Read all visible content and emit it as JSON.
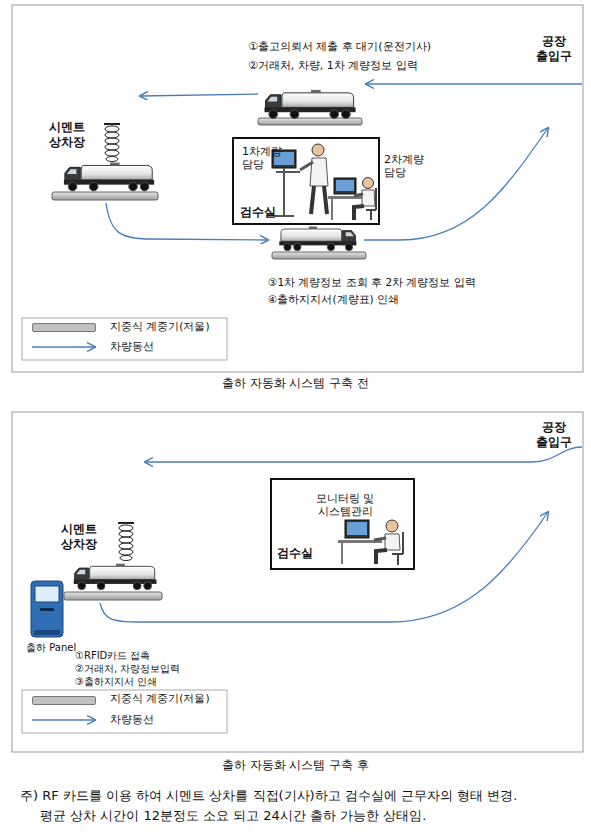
{
  "diagram": {
    "nodes": [
      {
        "text": [
          "1차계량 담당",
          "2차계량 담당",
          "검수실"
        ]
      },
      {
        "text": [
          "모니터링 및 시스템관리",
          "검수실"
        ]
      },
      {
        "text": [
          "출하 Panel"
        ]
      }
    ],
    "labels": [
      "①출고의뢰서 제출 후 대기(운전기사)",
      "②거래처, 차량, 1차 계량정보 입력",
      "공장 출입구",
      "시멘트 상차장",
      "③1차 계량정보 조회 후 2차 계량정보 입력",
      "④출하지지서(계량표) 인쇄",
      "출하 자동화 시스템 구축 전",
      "공장 출입구",
      "시멘트 상차장",
      "①RFID카드 접촉",
      "②거래처, 차량정보입력",
      "③출하지지서 인쇄",
      "출하 자동화 시스템 구축 후",
      "주) RF 카드를 이용 하여 시멘트 상차를 직접(기사)하고 검수실에 근무자의 형태 변경. 평균 상차 시간이 12분정도 소요 되고 24시간 출하 가능한 상태임."
    ],
    "legend": [
      {
        "text": "지중식 계중기(저울)",
        "color": "#c0c0c0"
      },
      {
        "text": "차량동선"
      },
      {
        "text": "지중식 계중기(저울)",
        "color": "#c0c0c0"
      },
      {
        "text": "차량동선"
      }
    ]
  }
}
